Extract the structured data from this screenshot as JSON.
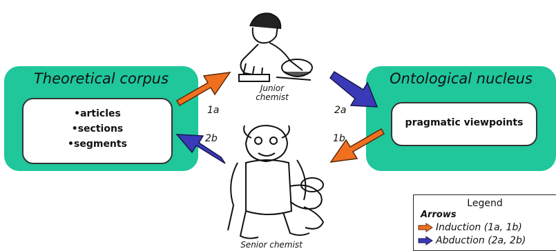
{
  "left_panel": {
    "title": "Theoretical corpus",
    "items": [
      "articles",
      "sections",
      "segments"
    ]
  },
  "right_panel": {
    "title": "Ontological nucleus",
    "item": "pragmatic viewpoints"
  },
  "people": {
    "junior": {
      "line1": "Junior",
      "line2": "chemist"
    },
    "senior": {
      "label": "Senior chemist"
    }
  },
  "arrow_labels": {
    "a1": "1a",
    "a2": "2a",
    "b1": "1b",
    "b2": "2b"
  },
  "legend": {
    "title": "Legend",
    "subtitle": "Arrows",
    "induction": "Induction (1a, 1b)",
    "abduction": "Abduction (2a, 2b)"
  },
  "colors": {
    "panel": "#1fc79b",
    "induction": "#f07020",
    "abduction": "#3a3ab8"
  }
}
